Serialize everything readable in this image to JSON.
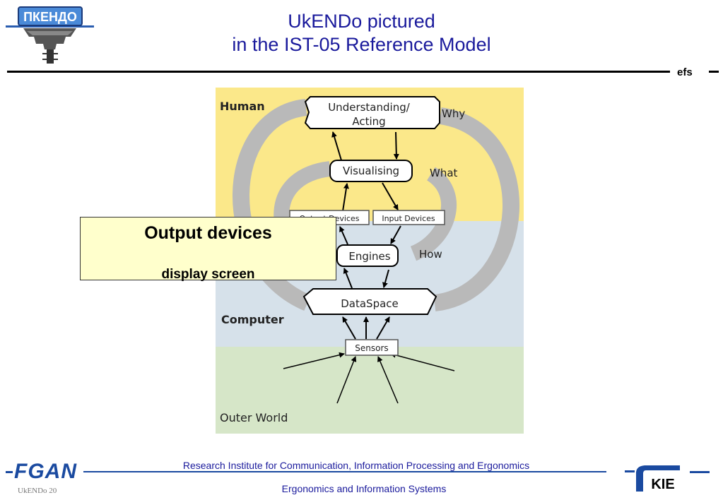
{
  "header": {
    "title_line1": "UkENDo pictured",
    "title_line2": "in the IST-05 Reference Model",
    "author": "efs",
    "logo_text": "ПКЕНДО"
  },
  "diagram": {
    "zones": {
      "human": "Human",
      "computer": "Computer",
      "outer_world": "Outer World"
    },
    "nodes": {
      "understanding_line1": "Understanding/",
      "understanding_line2": "Acting",
      "visualising": "Visualising",
      "output_devices": "Output Devices",
      "input_devices": "Input Devices",
      "engines": "Engines",
      "dataspace": "DataSpace",
      "sensors": "Sensors"
    },
    "loop_labels": {
      "why": "Why",
      "what": "What",
      "how": "How"
    },
    "colors": {
      "human_zone": "#fbe88a",
      "computer_zone": "#d6e1ea",
      "outer_zone": "#d6e6c8",
      "loop": "#b8b8b8"
    }
  },
  "callout": {
    "title": "Output devices",
    "subtitle": "display screen",
    "background": "#ffffcc"
  },
  "footer": {
    "line1": "Research Institute for Communication, Information Processing and Ergonomics",
    "line2": "Ergonomics and Information Systems",
    "left_logo": "FGAN",
    "right_logo": "KIE",
    "slide_label": "UkENDo  20"
  }
}
